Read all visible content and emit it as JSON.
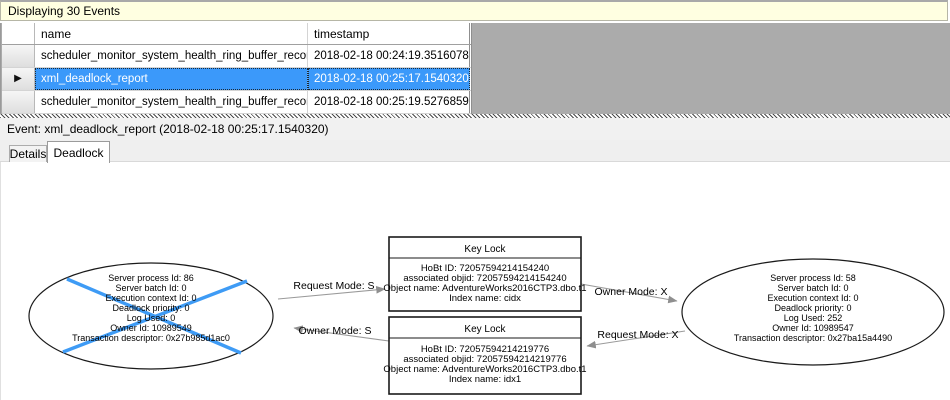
{
  "info_bar": {
    "text": "Displaying 30 Events"
  },
  "grid": {
    "columns": {
      "name": "name",
      "timestamp": "timestamp"
    },
    "rows": [
      {
        "name": "scheduler_monitor_system_health_ring_buffer_recorded",
        "timestamp": "2018-02-18 00:24:19.3516078"
      },
      {
        "name": "xml_deadlock_report",
        "timestamp": "2018-02-18 00:25:17.1540320"
      },
      {
        "name": "scheduler_monitor_system_health_ring_buffer_recorded",
        "timestamp": "2018-02-18 00:25:19.5276859"
      }
    ],
    "selected_row_index": 1
  },
  "icons": {
    "current_row_marker": "▶"
  },
  "event_bar": {
    "text": "Event: xml_deadlock_report (2018-02-18 00:25:17.1540320)"
  },
  "tabs": {
    "details": "Details",
    "deadlock": "Deadlock",
    "active": "Deadlock"
  },
  "graph": {
    "victim_process": {
      "lines": [
        "Server process Id: 86",
        "Server batch Id: 0",
        "Execution context Id: 0",
        "Deadlock priority: 0",
        "Log Used: 0",
        "Owner Id: 10989549",
        "Transaction descriptor: 0x27b985d1ac0"
      ]
    },
    "other_process": {
      "lines": [
        "Server process Id: 58",
        "Server batch Id: 0",
        "Execution context Id: 0",
        "Deadlock priority: 0",
        "Log Used: 252",
        "Owner Id: 10989547",
        "Transaction descriptor: 0x27ba15a4490"
      ]
    },
    "lock_top": {
      "title": "Key Lock",
      "lines": [
        "HoBt ID: 72057594214154240",
        "associated objid: 72057594214154240",
        "Object name: AdventureWorks2016CTP3.dbo.t1",
        "Index name: cidx"
      ]
    },
    "lock_bottom": {
      "title": "Key Lock",
      "lines": [
        "HoBt ID: 72057594214219776",
        "associated objid: 72057594214219776",
        "Object name: AdventureWorks2016CTP3.dbo.t1",
        "Index name: idx1"
      ]
    },
    "edge_labels": {
      "request_s": "Request Mode: S",
      "owner_s": "Owner Mode: S",
      "owner_x": "Owner Mode: X",
      "request_x": "Request Mode: X"
    }
  },
  "colors": {
    "selection_blue": "#3B99FA",
    "victim_cross_blue": "#3E9BF5",
    "info_bar_bg": "#FFFFE1",
    "grid_void_gray": "#ABABAB",
    "edge_gray": "#9a9a9a"
  }
}
